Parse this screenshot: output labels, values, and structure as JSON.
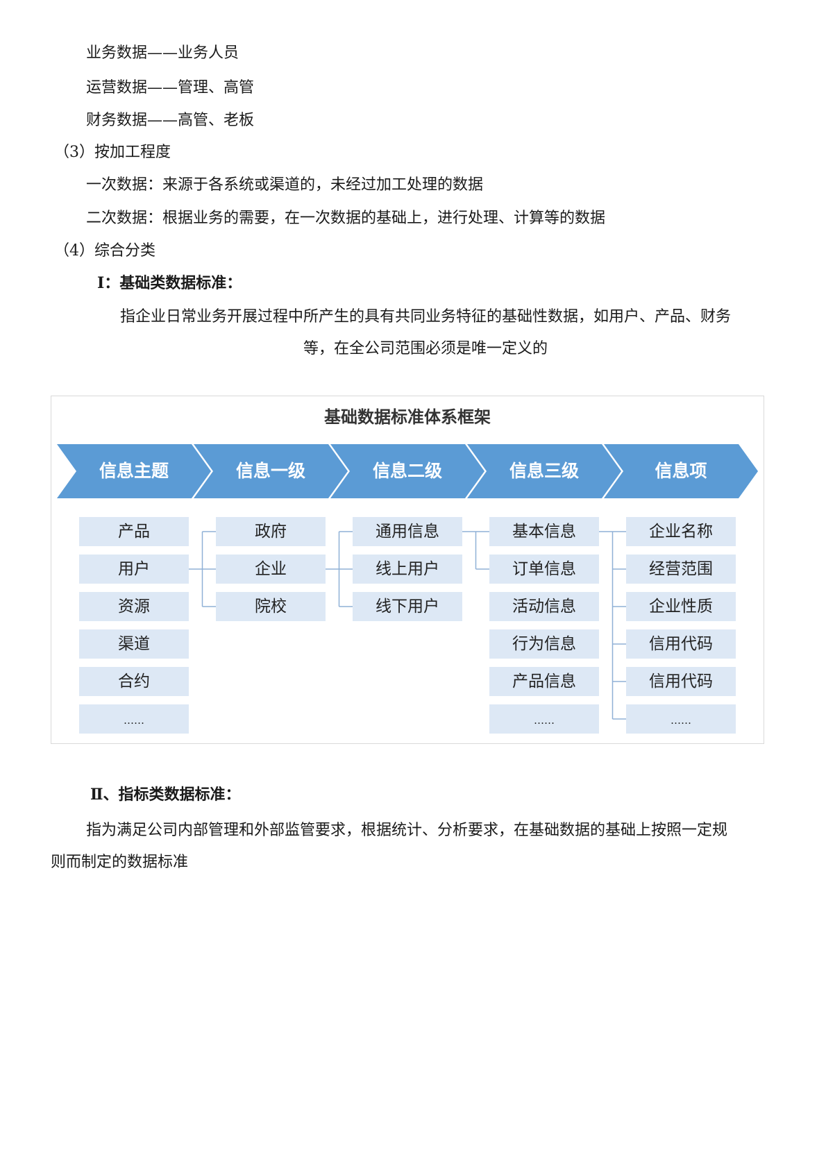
{
  "lines": {
    "l1": "业务数据——业务人员",
    "l2": "运营数据——管理、高管",
    "l3": "财务数据——高管、老板",
    "h3": "（3）按加工程度",
    "l4": "一次数据：来源于各系统或渠道的，未经过加工处理的数据",
    "l5": "二次数据：根据业务的需要，在一次数据的基础上，进行处理、计算等的数据",
    "h4": "（4）综合分类",
    "s1": "Ⅰ：基础类数据标准：",
    "p1a": "指企业日常业务开展过程中所产生的具有共同业务特征的基础性数据，如用户、产品、财务",
    "p1b": "等，在全公司范围必须是唯一定义的",
    "s2": "Ⅱ、指标类数据标准：",
    "p2a": "指为满足公司内部管理和外部监管要求，根据统计、分析要求，在基础数据的基础上按照一定规",
    "p2b": "则而制定的数据标准"
  },
  "figure": {
    "title": "基础数据标准体系框架",
    "header_color": "#5b9bd5",
    "cell_color": "#dde8f5",
    "headers": [
      "信息主题",
      "信息一级",
      "信息二级",
      "信息三级",
      "信息项"
    ],
    "columns": [
      [
        "产品",
        "用户",
        "资源",
        "渠道",
        "合约",
        "……"
      ],
      [
        "政府",
        "企业",
        "院校"
      ],
      [
        "通用信息",
        "线上用户",
        "线下用户"
      ],
      [
        "基本信息",
        "订单信息",
        "活动信息",
        "行为信息",
        "产品信息",
        "……"
      ],
      [
        "企业名称",
        "经营范围",
        "企业性质",
        "信用代码",
        "信用代码",
        "……"
      ]
    ]
  }
}
